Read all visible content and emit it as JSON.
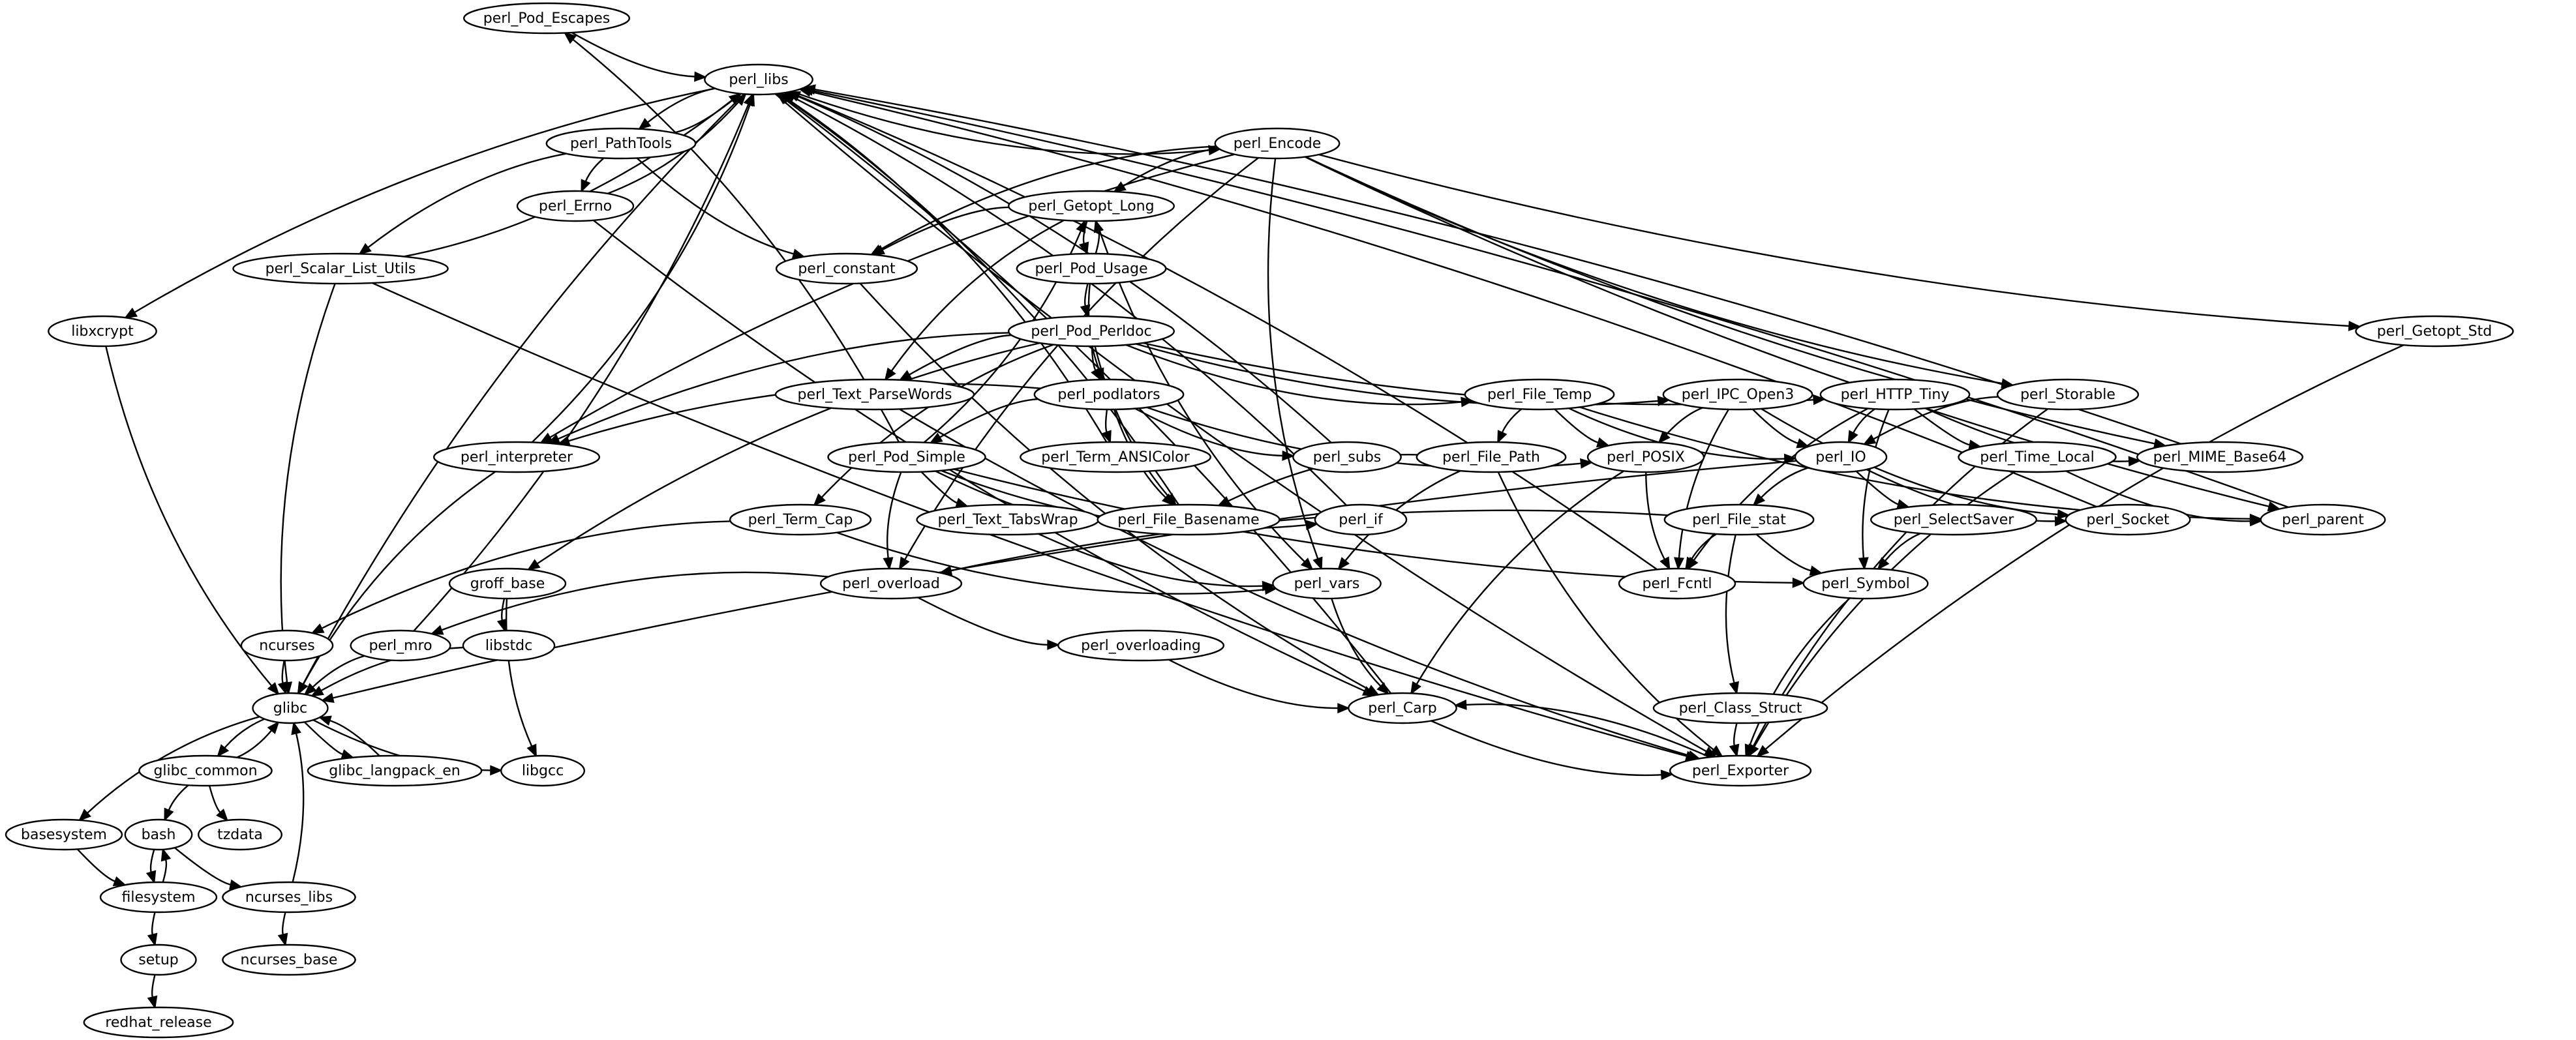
{
  "graph": {
    "nodes": [
      {
        "id": "perl_Pod_Escapes",
        "label": "perl_Pod_Escapes"
      },
      {
        "id": "perl_libs",
        "label": "perl_libs"
      },
      {
        "id": "perl_PathTools",
        "label": "perl_PathTools"
      },
      {
        "id": "perl_Encode",
        "label": "perl_Encode"
      },
      {
        "id": "perl_Errno",
        "label": "perl_Errno"
      },
      {
        "id": "perl_Getopt_Long",
        "label": "perl_Getopt_Long"
      },
      {
        "id": "perl_Scalar_List_Utils",
        "label": "perl_Scalar_List_Utils"
      },
      {
        "id": "perl_constant",
        "label": "perl_constant"
      },
      {
        "id": "perl_Pod_Usage",
        "label": "perl_Pod_Usage"
      },
      {
        "id": "libxcrypt",
        "label": "libxcrypt"
      },
      {
        "id": "perl_Pod_Perldoc",
        "label": "perl_Pod_Perldoc"
      },
      {
        "id": "perl_Getopt_Std",
        "label": "perl_Getopt_Std"
      },
      {
        "id": "perl_Text_ParseWords",
        "label": "perl_Text_ParseWords"
      },
      {
        "id": "perl_podlators",
        "label": "perl_podlators"
      },
      {
        "id": "perl_File_Temp",
        "label": "perl_File_Temp"
      },
      {
        "id": "perl_IPC_Open3",
        "label": "perl_IPC_Open3"
      },
      {
        "id": "perl_HTTP_Tiny",
        "label": "perl_HTTP_Tiny"
      },
      {
        "id": "perl_Storable",
        "label": "perl_Storable"
      },
      {
        "id": "perl_interpreter",
        "label": "perl_interpreter"
      },
      {
        "id": "perl_Pod_Simple",
        "label": "perl_Pod_Simple"
      },
      {
        "id": "perl_Term_ANSIColor",
        "label": "perl_Term_ANSIColor"
      },
      {
        "id": "perl_subs",
        "label": "perl_subs"
      },
      {
        "id": "perl_File_Path",
        "label": "perl_File_Path"
      },
      {
        "id": "perl_POSIX",
        "label": "perl_POSIX"
      },
      {
        "id": "perl_IO",
        "label": "perl_IO"
      },
      {
        "id": "perl_Time_Local",
        "label": "perl_Time_Local"
      },
      {
        "id": "perl_MIME_Base64",
        "label": "perl_MIME_Base64"
      },
      {
        "id": "perl_Term_Cap",
        "label": "perl_Term_Cap"
      },
      {
        "id": "perl_Text_TabsWrap",
        "label": "perl_Text_TabsWrap"
      },
      {
        "id": "perl_File_Basename",
        "label": "perl_File_Basename"
      },
      {
        "id": "perl_if",
        "label": "perl_if"
      },
      {
        "id": "perl_File_stat",
        "label": "perl_File_stat"
      },
      {
        "id": "perl_SelectSaver",
        "label": "perl_SelectSaver"
      },
      {
        "id": "perl_Socket",
        "label": "perl_Socket"
      },
      {
        "id": "perl_parent",
        "label": "perl_parent"
      },
      {
        "id": "groff_base",
        "label": "groff_base"
      },
      {
        "id": "perl_overload",
        "label": "perl_overload"
      },
      {
        "id": "perl_vars",
        "label": "perl_vars"
      },
      {
        "id": "perl_Fcntl",
        "label": "perl_Fcntl"
      },
      {
        "id": "perl_Symbol",
        "label": "perl_Symbol"
      },
      {
        "id": "ncurses",
        "label": "ncurses"
      },
      {
        "id": "perl_mro",
        "label": "perl_mro"
      },
      {
        "id": "libstdc",
        "label": "libstdc"
      },
      {
        "id": "perl_overloading",
        "label": "perl_overloading"
      },
      {
        "id": "glibc",
        "label": "glibc"
      },
      {
        "id": "perl_Carp",
        "label": "perl_Carp"
      },
      {
        "id": "perl_Class_Struct",
        "label": "perl_Class_Struct"
      },
      {
        "id": "glibc_common",
        "label": "glibc_common"
      },
      {
        "id": "glibc_langpack_en",
        "label": "glibc_langpack_en"
      },
      {
        "id": "libgcc",
        "label": "libgcc"
      },
      {
        "id": "perl_Exporter",
        "label": "perl_Exporter"
      },
      {
        "id": "basesystem",
        "label": "basesystem"
      },
      {
        "id": "bash",
        "label": "bash"
      },
      {
        "id": "tzdata",
        "label": "tzdata"
      },
      {
        "id": "filesystem",
        "label": "filesystem"
      },
      {
        "id": "ncurses_libs",
        "label": "ncurses_libs"
      },
      {
        "id": "setup",
        "label": "setup"
      },
      {
        "id": "ncurses_base",
        "label": "ncurses_base"
      },
      {
        "id": "redhat_release",
        "label": "redhat_release"
      }
    ],
    "edges": [
      [
        "perl_Pod_Escapes",
        "perl_libs"
      ],
      [
        "perl_libs",
        "perl_PathTools"
      ],
      [
        "perl_libs",
        "perl_Encode"
      ],
      [
        "perl_libs",
        "libxcrypt"
      ],
      [
        "perl_libs",
        "glibc"
      ],
      [
        "perl_libs",
        "perl_Exporter"
      ],
      [
        "perl_PathTools",
        "perl_libs"
      ],
      [
        "perl_PathTools",
        "perl_Errno"
      ],
      [
        "perl_PathTools",
        "perl_Scalar_List_Utils"
      ],
      [
        "perl_PathTools",
        "perl_constant"
      ],
      [
        "perl_Errno",
        "perl_libs"
      ],
      [
        "perl_Errno",
        "perl_Carp"
      ],
      [
        "perl_Encode",
        "perl_Getopt_Long"
      ],
      [
        "perl_Encode",
        "perl_constant"
      ],
      [
        "perl_Encode",
        "perl_interpreter"
      ],
      [
        "perl_Encode",
        "perl_overload"
      ],
      [
        "perl_Encode",
        "perl_vars"
      ],
      [
        "perl_Encode",
        "perl_Getopt_Std"
      ],
      [
        "perl_Encode",
        "perl_Storable"
      ],
      [
        "perl_Encode",
        "perl_MIME_Base64"
      ],
      [
        "perl_Encode",
        "perl_parent"
      ],
      [
        "perl_Getopt_Long",
        "perl_constant"
      ],
      [
        "perl_Getopt_Long",
        "perl_Pod_Usage"
      ],
      [
        "perl_Getopt_Long",
        "perl_Text_ParseWords"
      ],
      [
        "perl_Getopt_Long",
        "perl_vars"
      ],
      [
        "perl_Pod_Usage",
        "perl_Getopt_Long"
      ],
      [
        "perl_Pod_Usage",
        "perl_Pod_Perldoc"
      ],
      [
        "perl_Pod_Usage",
        "perl_podlators"
      ],
      [
        "perl_Scalar_List_Utils",
        "perl_libs"
      ],
      [
        "perl_Scalar_List_Utils",
        "glibc"
      ],
      [
        "perl_Scalar_List_Utils",
        "perl_Exporter"
      ],
      [
        "perl_constant",
        "perl_Carp"
      ],
      [
        "libxcrypt",
        "glibc"
      ],
      [
        "perl_Pod_Perldoc",
        "perl_Text_ParseWords"
      ],
      [
        "perl_Pod_Perldoc",
        "perl_podlators"
      ],
      [
        "perl_Pod_Perldoc",
        "perl_interpreter"
      ],
      [
        "perl_Pod_Perldoc",
        "perl_File_Temp"
      ],
      [
        "perl_Pod_Perldoc",
        "perl_IPC_Open3"
      ],
      [
        "perl_Pod_Perldoc",
        "perl_HTTP_Tiny"
      ],
      [
        "perl_Pod_Perldoc",
        "perl_Term_Cap"
      ],
      [
        "perl_Pod_Perldoc",
        "perl_File_Basename"
      ],
      [
        "perl_Pod_Perldoc",
        "groff_base"
      ],
      [
        "perl_Getopt_Std",
        "perl_Exporter"
      ],
      [
        "perl_Text_ParseWords",
        "perl_Exporter"
      ],
      [
        "perl_podlators",
        "perl_Pod_Simple"
      ],
      [
        "perl_podlators",
        "perl_Term_ANSIColor"
      ],
      [
        "perl_podlators",
        "perl_subs"
      ],
      [
        "perl_podlators",
        "perl_interpreter"
      ],
      [
        "perl_podlators",
        "perl_POSIX"
      ],
      [
        "perl_podlators",
        "perl_File_Basename"
      ],
      [
        "perl_File_Temp",
        "perl_File_Path"
      ],
      [
        "perl_File_Temp",
        "perl_POSIX"
      ],
      [
        "perl_File_Temp",
        "perl_IO"
      ],
      [
        "perl_File_Temp",
        "perl_parent"
      ],
      [
        "perl_IPC_Open3",
        "perl_POSIX"
      ],
      [
        "perl_IPC_Open3",
        "perl_IO"
      ],
      [
        "perl_IPC_Open3",
        "perl_Socket"
      ],
      [
        "perl_IPC_Open3",
        "perl_Fcntl"
      ],
      [
        "perl_HTTP_Tiny",
        "perl_IO"
      ],
      [
        "perl_HTTP_Tiny",
        "perl_Time_Local"
      ],
      [
        "perl_HTTP_Tiny",
        "perl_MIME_Base64"
      ],
      [
        "perl_HTTP_Tiny",
        "perl_Fcntl"
      ],
      [
        "perl_HTTP_Tiny",
        "perl_Symbol"
      ],
      [
        "perl_Storable",
        "perl_IO"
      ],
      [
        "perl_Storable",
        "perl_Exporter"
      ],
      [
        "perl_interpreter",
        "perl_libs"
      ],
      [
        "perl_interpreter",
        "glibc"
      ],
      [
        "perl_Pod_Simple",
        "perl_Pod_Escapes"
      ],
      [
        "perl_Pod_Simple",
        "perl_Getopt_Long"
      ],
      [
        "perl_Pod_Simple",
        "perl_Text_TabsWrap"
      ],
      [
        "perl_Pod_Simple",
        "perl_File_Basename"
      ],
      [
        "perl_Pod_Simple",
        "perl_if"
      ],
      [
        "perl_Pod_Simple",
        "perl_overload"
      ],
      [
        "perl_Pod_Simple",
        "perl_Symbol"
      ],
      [
        "perl_Term_ANSIColor",
        "perl_libs"
      ],
      [
        "perl_subs",
        "perl_libs"
      ],
      [
        "perl_File_Path",
        "perl_File_Basename"
      ],
      [
        "perl_File_Path",
        "perl_vars"
      ],
      [
        "perl_File_Path",
        "perl_Exporter"
      ],
      [
        "perl_POSIX",
        "perl_Fcntl"
      ],
      [
        "perl_POSIX",
        "perl_Carp"
      ],
      [
        "perl_IO",
        "perl_File_stat"
      ],
      [
        "perl_IO",
        "perl_SelectSaver"
      ],
      [
        "perl_IO",
        "perl_Socket"
      ],
      [
        "perl_IO",
        "glibc"
      ],
      [
        "perl_Time_Local",
        "perl_parent"
      ],
      [
        "perl_Time_Local",
        "perl_Exporter"
      ],
      [
        "perl_MIME_Base64",
        "perl_libs"
      ],
      [
        "perl_Term_Cap",
        "ncurses"
      ],
      [
        "perl_Term_Cap",
        "perl_vars"
      ],
      [
        "perl_Text_TabsWrap",
        "perl_vars"
      ],
      [
        "perl_File_Basename",
        "perl_libs"
      ],
      [
        "perl_if",
        "perl_libs"
      ],
      [
        "perl_File_stat",
        "perl_overload"
      ],
      [
        "perl_File_stat",
        "perl_Fcntl"
      ],
      [
        "perl_File_stat",
        "perl_Symbol"
      ],
      [
        "perl_File_stat",
        "perl_Class_Struct"
      ],
      [
        "perl_SelectSaver",
        "perl_Symbol"
      ],
      [
        "perl_Socket",
        "perl_libs"
      ],
      [
        "perl_parent",
        "perl_libs"
      ],
      [
        "groff_base",
        "libstdc"
      ],
      [
        "groff_base",
        "libgcc"
      ],
      [
        "perl_overload",
        "perl_mro"
      ],
      [
        "perl_overload",
        "perl_overloading"
      ],
      [
        "perl_vars",
        "perl_Carp"
      ],
      [
        "perl_Fcntl",
        "perl_libs"
      ],
      [
        "perl_Symbol",
        "perl_Exporter"
      ],
      [
        "ncurses",
        "glibc"
      ],
      [
        "perl_mro",
        "perl_libs"
      ],
      [
        "perl_mro",
        "glibc"
      ],
      [
        "libstdc",
        "glibc"
      ],
      [
        "perl_overloading",
        "perl_Carp"
      ],
      [
        "glibc",
        "glibc_common"
      ],
      [
        "glibc",
        "glibc_langpack_en"
      ],
      [
        "glibc",
        "libgcc"
      ],
      [
        "glibc",
        "basesystem"
      ],
      [
        "glibc_common",
        "glibc"
      ],
      [
        "glibc_common",
        "bash"
      ],
      [
        "glibc_common",
        "tzdata"
      ],
      [
        "glibc_langpack_en",
        "glibc"
      ],
      [
        "perl_Carp",
        "perl_libs"
      ],
      [
        "perl_Carp",
        "perl_Exporter"
      ],
      [
        "perl_Class_Struct",
        "perl_Exporter"
      ],
      [
        "perl_Exporter",
        "perl_Carp"
      ],
      [
        "basesystem",
        "filesystem"
      ],
      [
        "bash",
        "filesystem"
      ],
      [
        "bash",
        "ncurses_libs"
      ],
      [
        "filesystem",
        "bash"
      ],
      [
        "filesystem",
        "setup"
      ],
      [
        "ncurses_libs",
        "glibc"
      ],
      [
        "ncurses_libs",
        "ncurses_base"
      ],
      [
        "setup",
        "redhat_release"
      ]
    ]
  }
}
